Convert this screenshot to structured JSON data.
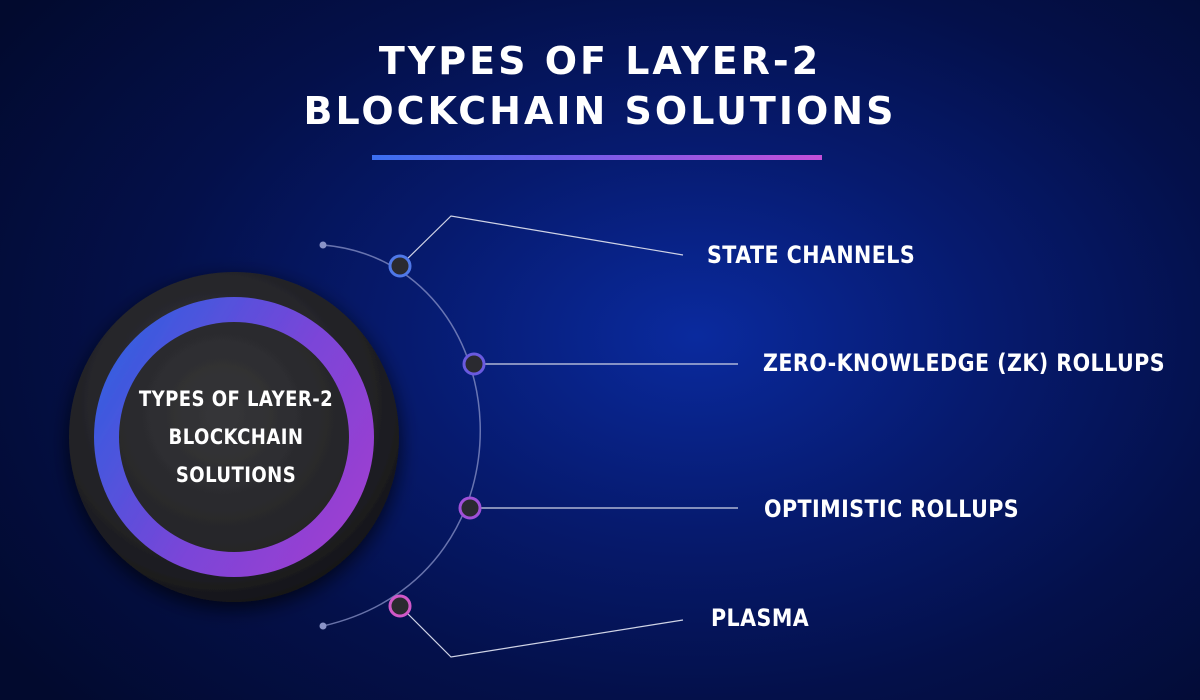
{
  "title": {
    "line1": "TYPES OF LAYER-2",
    "line2": "BLOCKCHAIN SOLUTIONS"
  },
  "hub": {
    "line1": "TYPES OF LAYER-2",
    "line2": "BLOCKCHAIN",
    "line3": "SOLUTIONS"
  },
  "items": [
    {
      "label": "STATE CHANNELS"
    },
    {
      "label": "ZERO-KNOWLEDGE (ZK) ROLLUPS"
    },
    {
      "label": "OPTIMISTIC ROLLUPS"
    },
    {
      "label": "PLASMA"
    }
  ],
  "colors": {
    "background": "#04104a",
    "title_text": "#ffffff",
    "underline_start": "#3b6ff0",
    "underline_end": "#c34fd8",
    "ring_blue": "#2f5fe0",
    "ring_purple": "#a03fd0",
    "hub_core": "#2a2a2e",
    "connector_line": "#c9cde0"
  }
}
